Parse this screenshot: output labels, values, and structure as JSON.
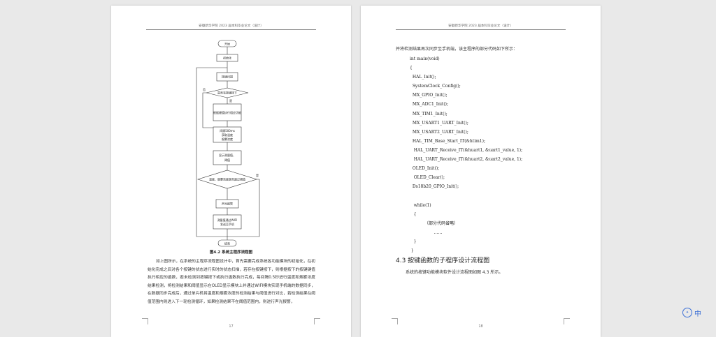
{
  "left_page": {
    "header": "安徽新华学院 2023 届本科毕业论文（设计）",
    "flowchart": {
      "nodes": {
        "start": "开始",
        "init": "初始化",
        "scan": "按键扫描",
        "decision1": "是否有按键按下",
        "handle": "根据键值执行相应功能",
        "sample_a": "间隔500ms",
        "sample_b": "获取温度",
        "sample_c": "烟雾浓度",
        "display_a": "显示测量值、",
        "display_b": "阈值",
        "decision2": "温度、烟雾浓度是否超过阈值",
        "alarm": "声光报警",
        "send_a": "测量值通过WIFI",
        "send_b": "发送至手机",
        "end": "结束"
      },
      "labels": {
        "no": "否",
        "yes": "是"
      }
    },
    "caption": "图4.2 系统主程序流程图",
    "paragraph": "如上图所示，在系统的主程序流程图设计中，首先需要完成系统各功能模块的初始化，在初始化完成之后对各个按键的状态进行实时的状态扫描，若存在按键按下，则根据按下的按键键值执行相应的函数，若未检测到按键按下或执行函数执行完成，每间隔0.5秒进行温度和烟雾浓度结果检测，将检测结果和阈值显示在OLED显示模块上并通过WIFI模块实现手机端的数据同步，在数据同步完成后，通过单片机将温度和烟雾浓度的检测结果与阈值进行对比，若检测结果在阈值范围内则进入下一轮检测循环，如果检测结果不在阈值范围内，则进行声光报警，",
    "page_number": "17"
  },
  "right_page": {
    "header": "安徽新华学院 2023 届本科毕业论文（设计）",
    "intro": "并将检测结果再次同步至手机端，该主程序的部分代码如下所示：",
    "code_lines": [
      "int main(void)",
      "{",
      "  HAL_Init();",
      "  SystemClock_Config();",
      "  MX_GPIO_Init();",
      "  MX_ADC1_Init();",
      "  MX_TIM1_Init();",
      "  MX_USART1_UART_Init();",
      "  MX_USART2_UART_Init();",
      "  HAL_TIM_Base_Start_IT(&htim1);",
      "   HAL_UART_Receive_IT(&huart1, &uart1_value, 1);",
      "   HAL_UART_Receive_IT(&huart2, &uart2_value, 1);",
      "  OLED_Init();",
      "   OLED_Clear();",
      "  Ds18b20_GPIO_Init();",
      "",
      "   while(1)",
      "   {",
      "           （部分代码省略）",
      "                  ……",
      "   }",
      " }"
    ],
    "section_title": "4.3 按键函数的子程序设计流程图",
    "section_text": "系统的按键功能模块软件设计流程图如图 4.3 所示。",
    "page_number": "18"
  },
  "side_widget": {
    "label": "中"
  }
}
